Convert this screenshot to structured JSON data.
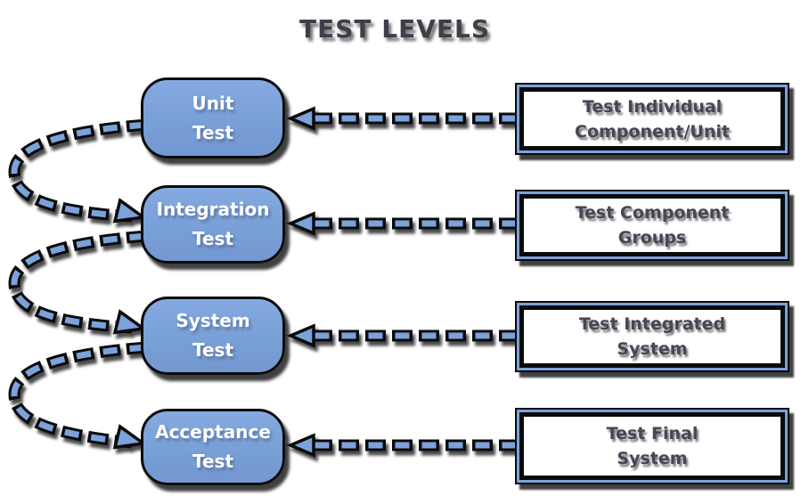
{
  "title": "TEST LEVELS",
  "colors": {
    "box_blue": "#7CA2DC",
    "outline": "#0b0b0b",
    "right_text": "#464753",
    "title_text": "#3e3f49"
  },
  "left_boxes": [
    {
      "line1": "Unit",
      "line2": "Test"
    },
    {
      "line1": "Integration",
      "line2": "Test"
    },
    {
      "line1": "System",
      "line2": "Test"
    },
    {
      "line1": "Acceptance",
      "line2": "Test"
    }
  ],
  "right_boxes": [
    {
      "line1": "Test Individual",
      "line2": "Component/Unit"
    },
    {
      "line1": "Test Component",
      "line2": "Groups"
    },
    {
      "line1": "Test Integrated",
      "line2": "System"
    },
    {
      "line1": "Test Final",
      "line2": "System"
    }
  ]
}
